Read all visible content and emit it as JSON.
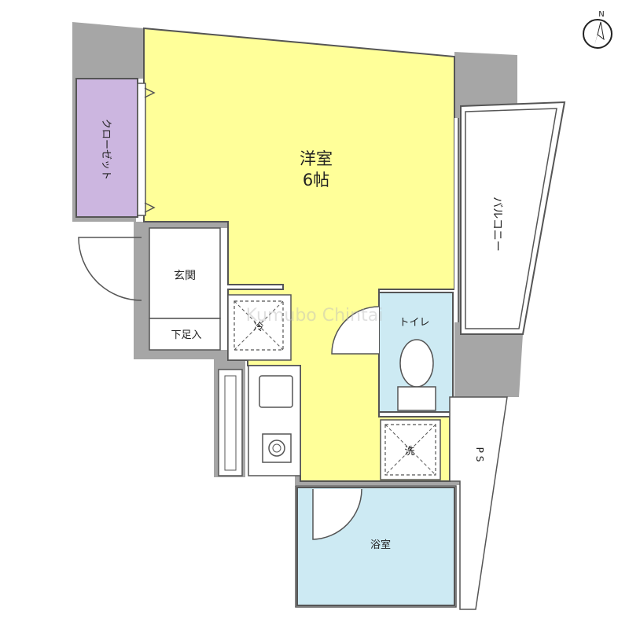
{
  "compass": {
    "north": "N"
  },
  "rooms": {
    "western_room": {
      "name": "洋室",
      "size": "6帖"
    },
    "closet": "クローゼット",
    "balcony": "バルコニー",
    "entrance": "玄関",
    "shoe_box": "下足入",
    "toilet": "トイレ",
    "fridge": "冷",
    "washer": "洗",
    "ps": "P S",
    "bathroom": "浴室"
  },
  "watermark": "Kumubo Chintai",
  "colors": {
    "room": "#ffff99",
    "closet": "#ccb6e0",
    "water": "#cdeaf3",
    "wall": "#a6a6a6",
    "line": "#555555"
  }
}
